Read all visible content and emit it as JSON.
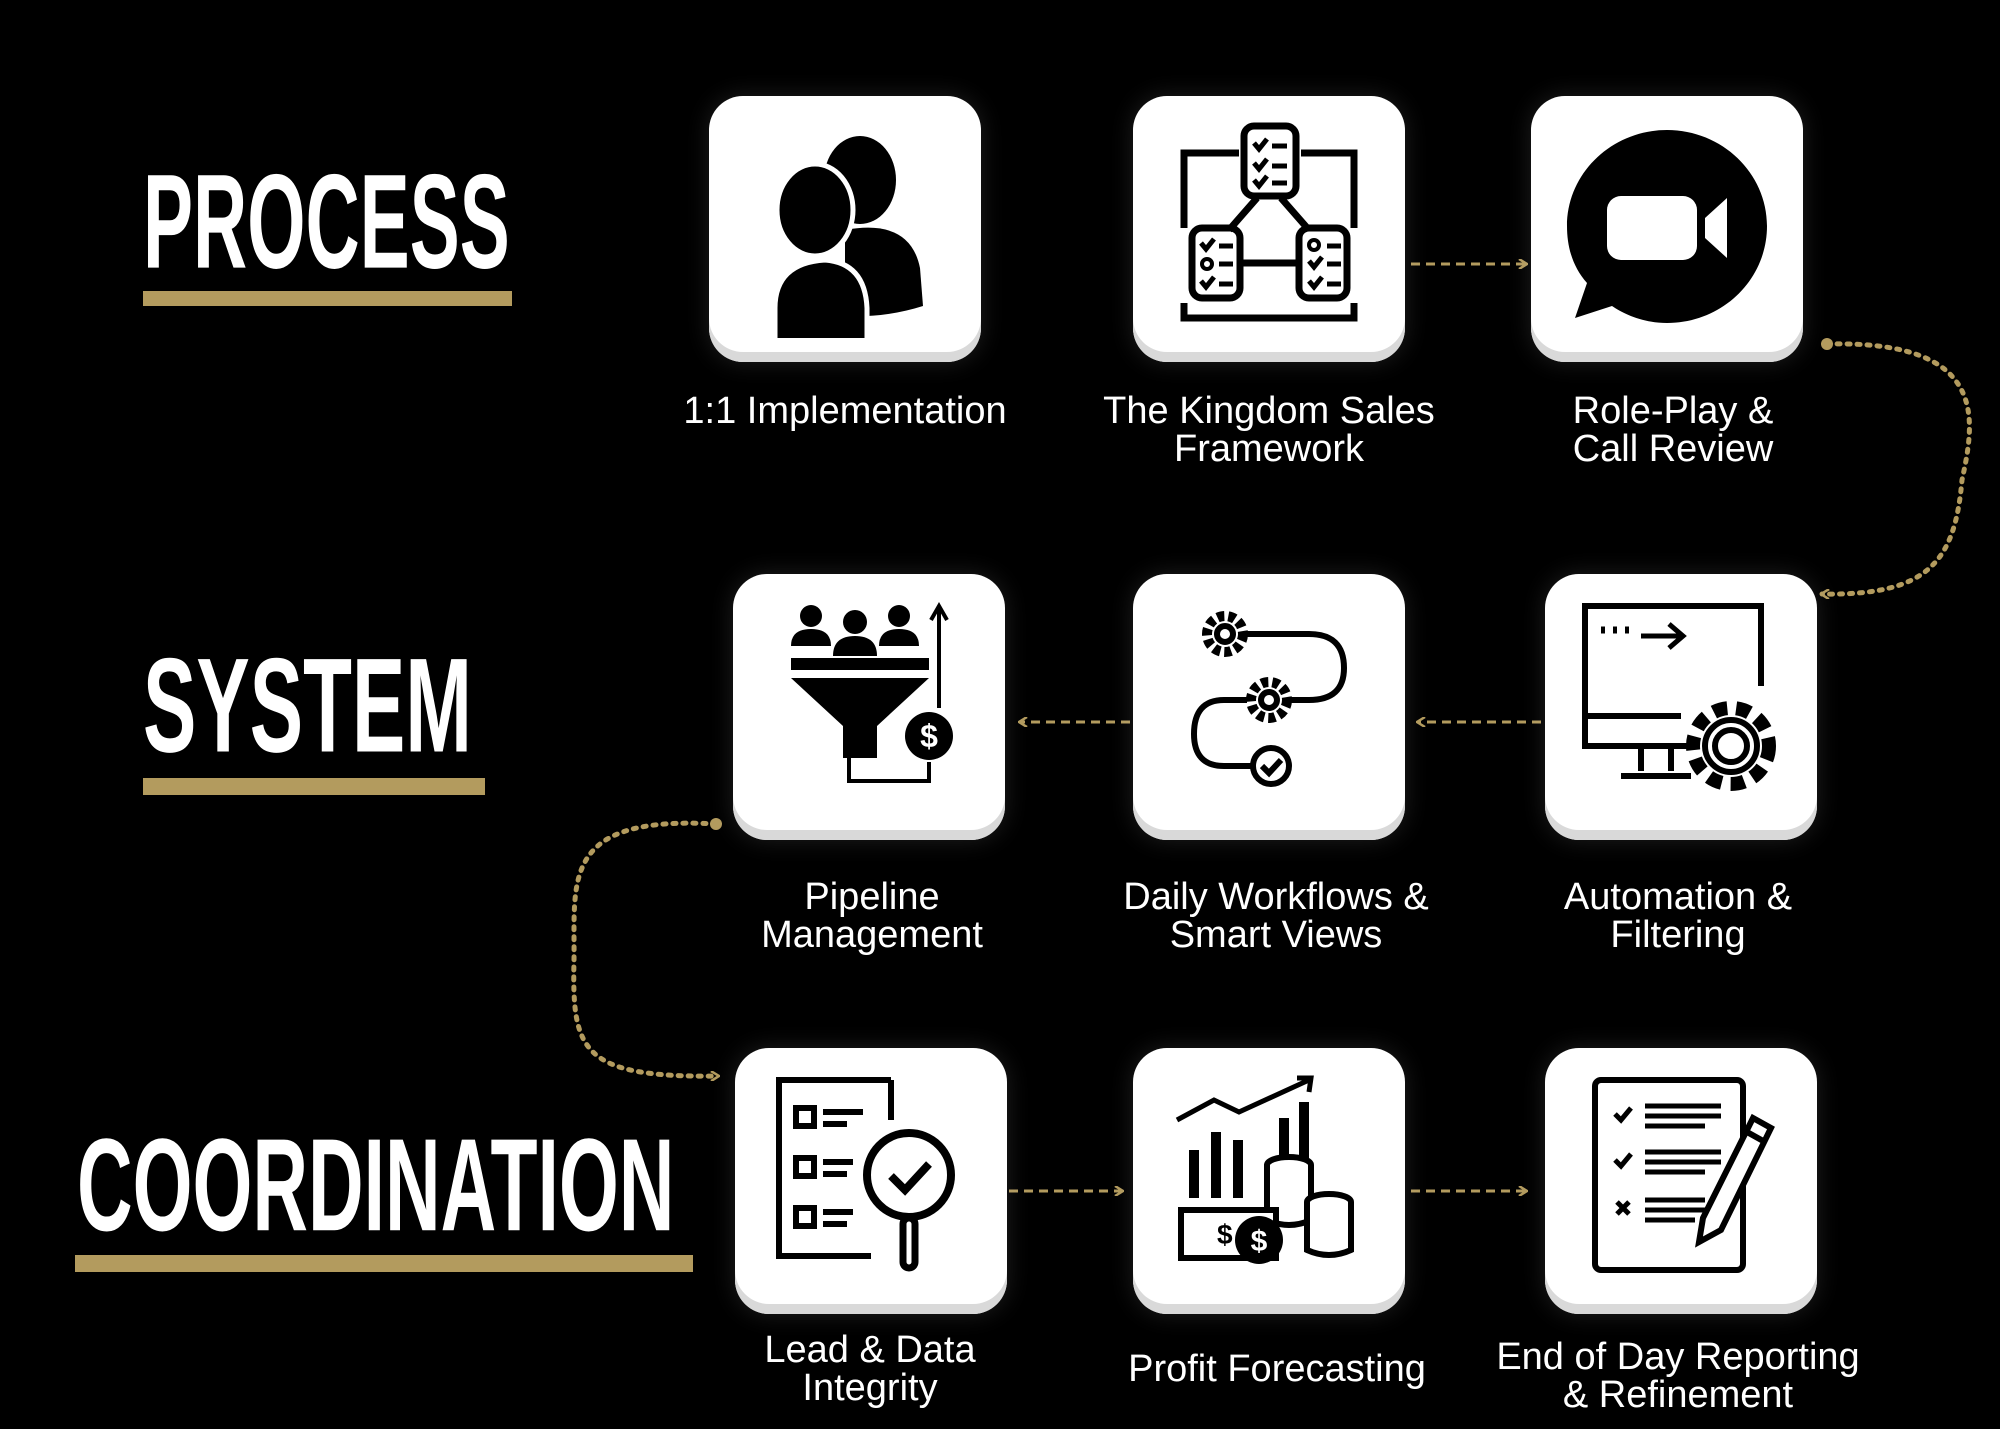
{
  "sections": {
    "process": "PROCESS",
    "system": "SYSTEM",
    "coordination": "COORDINATION"
  },
  "steps": [
    {
      "lines": [
        "1:1 Implementation"
      ],
      "icon": "users-icon"
    },
    {
      "lines": [
        "The Kingdom Sales",
        "Framework"
      ],
      "icon": "checklist-network-icon"
    },
    {
      "lines": [
        "Role-Play &",
        "Call Review"
      ],
      "icon": "video-chat-icon"
    },
    {
      "lines": [
        "Pipeline",
        "Management"
      ],
      "icon": "sales-funnel-icon"
    },
    {
      "lines": [
        "Daily Workflows &",
        "Smart Views"
      ],
      "icon": "workflow-gears-icon"
    },
    {
      "lines": [
        "Automation &",
        "Filtering"
      ],
      "icon": "monitor-gear-icon"
    },
    {
      "lines": [
        "Lead & Data",
        "Integrity"
      ],
      "icon": "checklist-magnifier-icon"
    },
    {
      "lines": [
        "Profit Forecasting"
      ],
      "icon": "profit-chart-icon"
    },
    {
      "lines": [
        "End of Day Reporting",
        "& Refinement"
      ],
      "icon": "report-pencil-icon"
    }
  ],
  "colors": {
    "accent": "#b39b5e",
    "background": "#000000",
    "card": "#ffffff"
  }
}
